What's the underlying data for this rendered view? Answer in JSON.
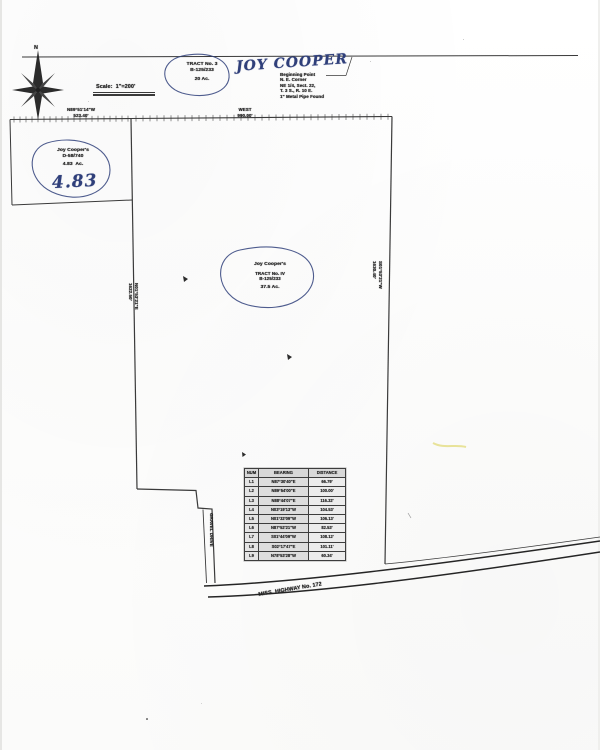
{
  "document": {
    "type": "land-survey-plat",
    "scale_label": "Scale:  1\"=200'",
    "compass_north_letter": "N"
  },
  "handwriting": {
    "owner_name": "JOY COOPER",
    "left_tract_acreage": "4.83"
  },
  "beginning_point": {
    "lines": [
      "Beginning Point",
      "N. E. Corner",
      "NE 1/4, Sect. 22,",
      "T. 3 S., R. 10 E.",
      "1\" Metal Pipe Found"
    ]
  },
  "tracts": {
    "tract_3": {
      "name": "TRACT No. 3",
      "deed": "B-125/233",
      "acreage": "20 Ac."
    },
    "tract_left": {
      "owner": "Joy Cooper's",
      "deed": "D-58/740",
      "acreage": "4.83  Ac."
    },
    "tract_main": {
      "owner": "Joy Cooper's",
      "name": "TRACT No. IV",
      "deed": "B-125/233",
      "acreage": "37.5 Ac."
    }
  },
  "boundaries": {
    "north_west_bearing": "N89°51'14\"W",
    "north_west_distance": "523.40'",
    "north_bearing": "WEST",
    "north_distance": "990.00'",
    "west_bearing": "N01°53'21\"E",
    "west_distance": "1622.50'",
    "east_bearing": "S01°53'21\"W",
    "east_distance": "1630.40'",
    "drive_label": "GRAVEL DRIVE"
  },
  "highway": {
    "label": "MISS. HIGHWAY No. 172"
  },
  "line_table": {
    "headers": [
      "NUM",
      "BEARING",
      "DISTANCE"
    ],
    "rows": [
      {
        "num": "L1",
        "bearing": "N87°30'40\"E",
        "distance": "66.79'"
      },
      {
        "num": "L2",
        "bearing": "N89°54'00\"E",
        "distance": "100.00'"
      },
      {
        "num": "L3",
        "bearing": "N88°44'07\"E",
        "distance": "116.32'"
      },
      {
        "num": "L4",
        "bearing": "N03°19'13\"W",
        "distance": "104.53'"
      },
      {
        "num": "L5",
        "bearing": "N01°32'09\"W",
        "distance": "106.13'"
      },
      {
        "num": "L6",
        "bearing": "N87°52'21\"W",
        "distance": "82.53'"
      },
      {
        "num": "L7",
        "bearing": "S01°44'09\"W",
        "distance": "108.12'"
      },
      {
        "num": "L8",
        "bearing": "S02°17'47\"E",
        "distance": "101.11'"
      },
      {
        "num": "L9",
        "bearing": "N78°53'28\"W",
        "distance": "60.34'"
      }
    ]
  }
}
